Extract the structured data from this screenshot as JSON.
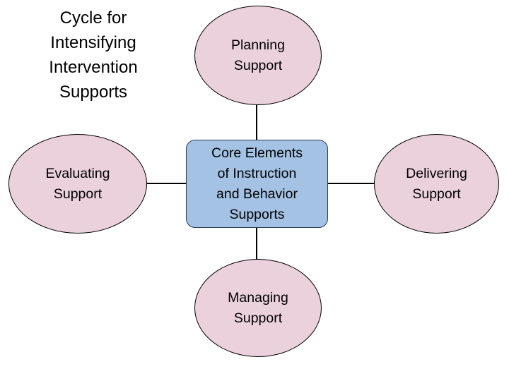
{
  "diagram": {
    "title": "Cycle for\nIntensifying\nIntervention\nSupports",
    "colors": {
      "ellipse_fill": "#ebd1dc",
      "ellipse_border": "#000000",
      "box_fill": "#a4c2e4",
      "box_border": "#2b3a55",
      "connector": "#000000",
      "background": "#ffffff",
      "text": "#000000"
    },
    "center_node": {
      "label": "Core Elements\nof Instruction\nand Behavior\nSupports",
      "shape": "rounded-rectangle"
    },
    "nodes": [
      {
        "id": "planning",
        "label": "Planning\nSupport",
        "shape": "ellipse",
        "position": "top"
      },
      {
        "id": "evaluating",
        "label": "Evaluating\nSupport",
        "shape": "ellipse",
        "position": "left"
      },
      {
        "id": "delivering",
        "label": "Delivering\nSupport",
        "shape": "ellipse",
        "position": "right"
      },
      {
        "id": "managing",
        "label": "Managing\nSupport",
        "shape": "ellipse",
        "position": "bottom"
      }
    ],
    "connectors": [
      {
        "id": "planning-core",
        "from": "planning",
        "to": "core",
        "orientation": "vertical"
      },
      {
        "id": "evaluating-core",
        "from": "evaluating",
        "to": "core",
        "orientation": "horizontal"
      },
      {
        "id": "core-delivering",
        "from": "core",
        "to": "delivering",
        "orientation": "horizontal"
      },
      {
        "id": "core-managing",
        "from": "core",
        "to": "managing",
        "orientation": "vertical"
      }
    ]
  }
}
